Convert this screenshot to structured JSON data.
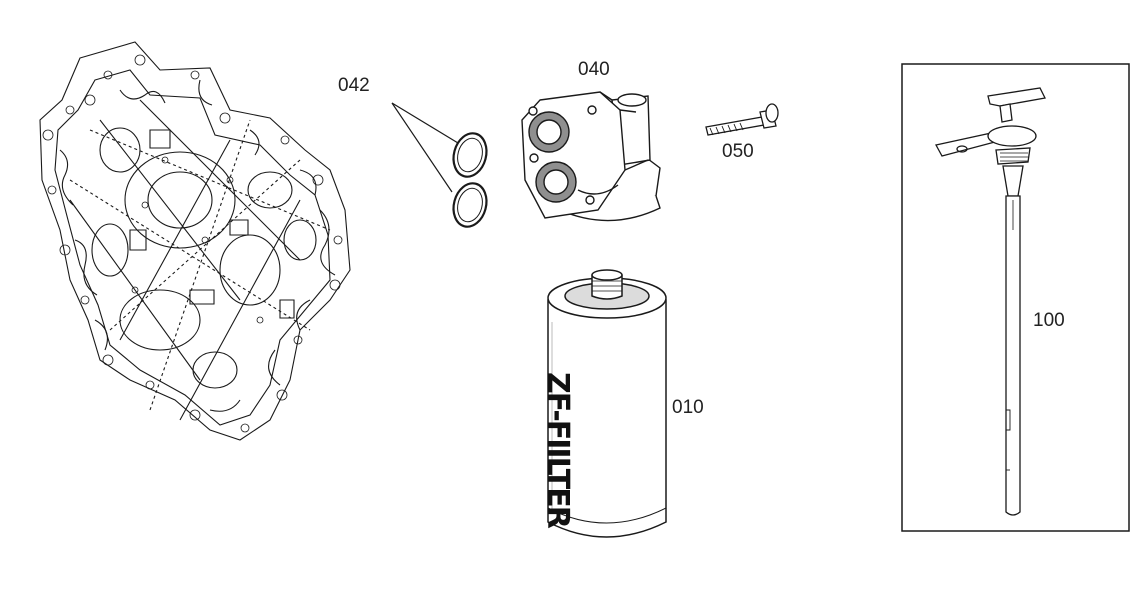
{
  "parts": [
    {
      "number": "042",
      "kind": "o-ring pair"
    },
    {
      "number": "040",
      "kind": "filter head"
    },
    {
      "number": "050",
      "kind": "bolt"
    },
    {
      "number": "010",
      "kind": "oil filter",
      "print": "ZF-FIILTER"
    },
    {
      "number": "100",
      "kind": "dipstick"
    }
  ],
  "labels": {
    "p042": "042",
    "p040": "040",
    "p050": "050",
    "p010": "010",
    "p100": "100"
  },
  "filter_print": "ZF-FIILTER",
  "colors": {
    "line": "#1a1a1a",
    "fill": "#ffffff",
    "shade": "#9a9a9a"
  }
}
